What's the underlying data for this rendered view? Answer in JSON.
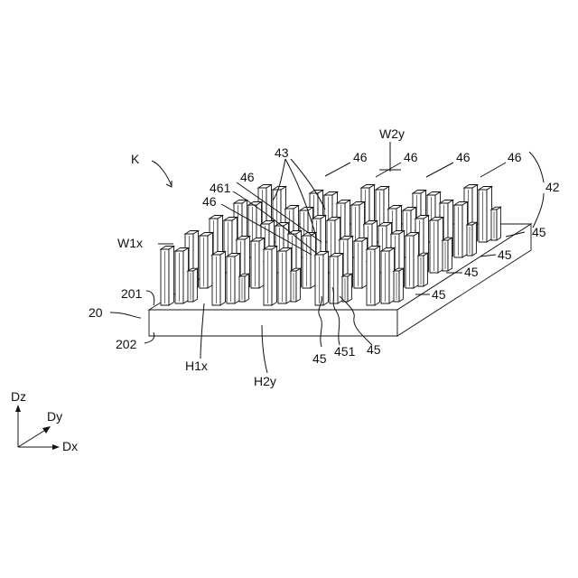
{
  "labels": {
    "K": "K",
    "l43": "43",
    "l46a": "46",
    "l46b": "46",
    "l46c": "46",
    "l46d": "46",
    "l46e": "46",
    "l46f": "46",
    "l461": "461",
    "W2y": "W2y",
    "l42": "42",
    "W1x": "W1x",
    "l45a": "45",
    "l45b": "45",
    "l45c": "45",
    "l45d": "45",
    "l45e": "45",
    "l45f": "45",
    "l451": "451",
    "l201": "201",
    "l20": "20",
    "l202": "202",
    "H1x": "H1x",
    "H2y": "H2y",
    "Dz": "Dz",
    "Dy": "Dy",
    "Dx": "Dx"
  }
}
